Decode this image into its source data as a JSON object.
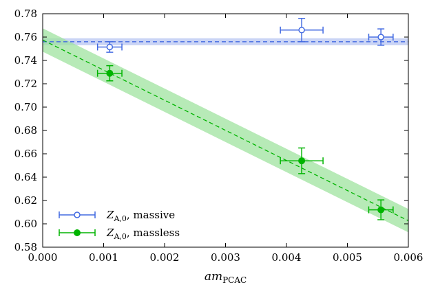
{
  "chart_data": {
    "type": "scatter",
    "xlabel_main": "am",
    "xlabel_sub": "PCAC",
    "ylabel": "",
    "xlim": [
      0.0,
      0.006
    ],
    "ylim": [
      0.58,
      0.78
    ],
    "x_ticks": [
      "0.000",
      "0.001",
      "0.002",
      "0.003",
      "0.004",
      "0.005",
      "0.006"
    ],
    "y_ticks": [
      "0.58",
      "0.60",
      "0.62",
      "0.64",
      "0.66",
      "0.68",
      "0.70",
      "0.72",
      "0.74",
      "0.76",
      "0.78"
    ],
    "x_tick_values": [
      0.0,
      0.001,
      0.002,
      0.003,
      0.004,
      0.005,
      0.006
    ],
    "y_tick_values": [
      0.58,
      0.6,
      0.62,
      0.64,
      0.66,
      0.68,
      0.7,
      0.72,
      0.74,
      0.76,
      0.78
    ],
    "grid": false,
    "legend_position": "bottom-left",
    "series": [
      {
        "name_main": "Z",
        "name_sub": "A,0",
        "name_suffix": ", massive",
        "marker": "open-circle",
        "color": "#4169e1",
        "band_color": "#b8c6f2",
        "points": [
          {
            "x": 0.0011,
            "y": 0.7515,
            "xerr": 0.0002,
            "yerr": 0.0045
          },
          {
            "x": 0.00425,
            "y": 0.766,
            "xerr": 0.00035,
            "yerr": 0.01
          },
          {
            "x": 0.00555,
            "y": 0.76,
            "xerr": 0.0002,
            "yerr": 0.007
          }
        ],
        "fit": {
          "kind": "constant",
          "value": 0.756,
          "band": 0.003
        }
      },
      {
        "name_main": "Z",
        "name_sub": "A,0",
        "name_suffix": ", massless",
        "marker": "filled-circle",
        "color": "#00b400",
        "band_color": "#9fe39f",
        "points": [
          {
            "x": 0.0011,
            "y": 0.729,
            "xerr": 0.0002,
            "yerr": 0.0065
          },
          {
            "x": 0.00425,
            "y": 0.654,
            "xerr": 0.00035,
            "yerr": 0.011
          },
          {
            "x": 0.00555,
            "y": 0.612,
            "xerr": 0.0002,
            "yerr": 0.0085
          }
        ],
        "fit": {
          "kind": "linear",
          "intercept": 0.7575,
          "slope": -25.8,
          "band_at_0": 0.01,
          "band_at_end": 0.01
        }
      }
    ]
  }
}
